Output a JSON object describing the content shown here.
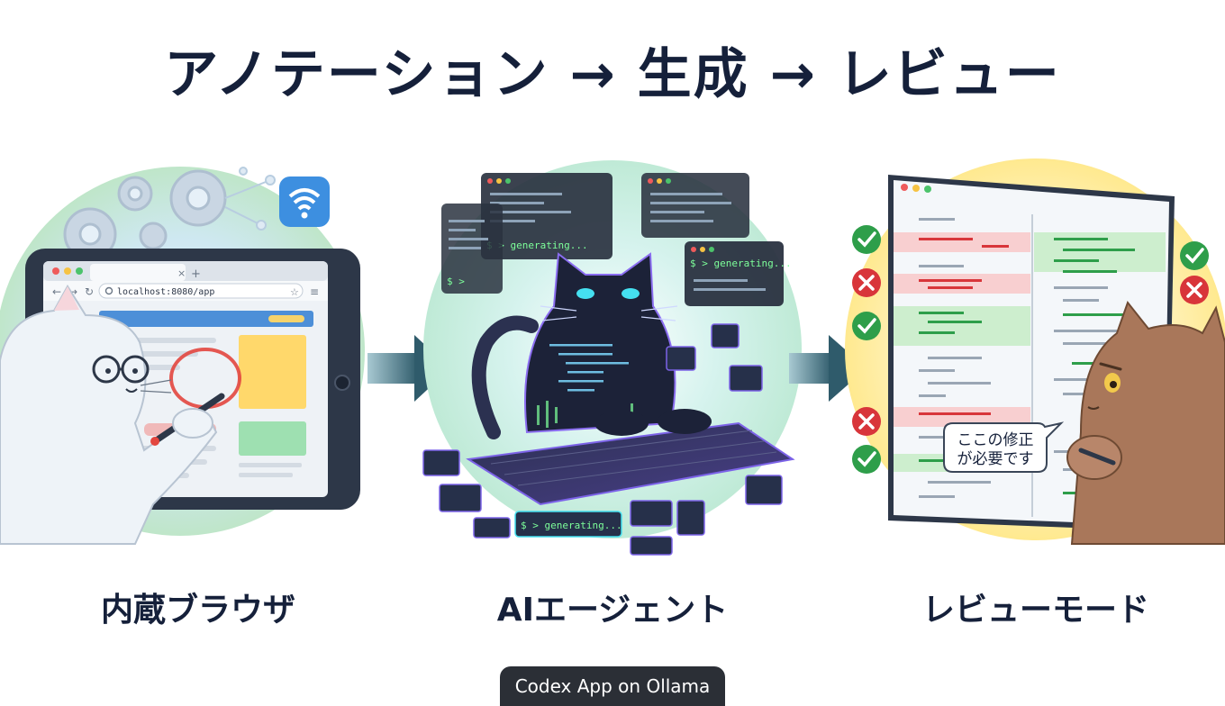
{
  "title": "アノテーション → 生成 → レビュー",
  "panels": [
    {
      "label": "内蔵ブラウザ",
      "url": "localhost:8080/app"
    },
    {
      "label": "AIエージェント",
      "terminal_text": "$ > generating...",
      "terminal_prompt": "$ >"
    },
    {
      "label": "レビューモード",
      "comment": [
        "ここの修正",
        "が必要です"
      ]
    }
  ],
  "footer": "Codex App on Ollama",
  "colors": {
    "title": "#15203a",
    "added": "#2e9e4a",
    "removed": "#d8353a",
    "arrow": "#2f5b6b",
    "terminal_green": "#7dff9a"
  }
}
